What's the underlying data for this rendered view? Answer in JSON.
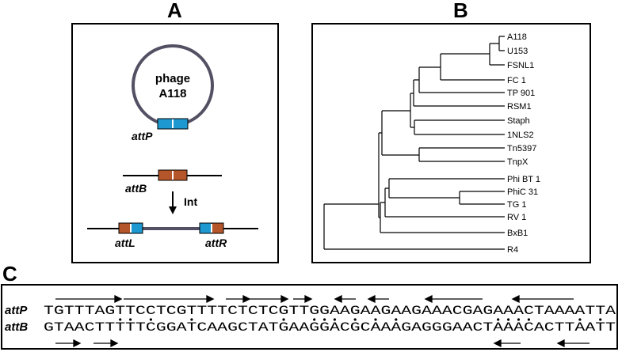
{
  "panel_labels": {
    "a": "A",
    "b": "B",
    "c": "C"
  },
  "panel_a": {
    "phage_label_line1": "phage",
    "phage_label_line2": "A118",
    "attP_label": "attP",
    "attB_label": "attB",
    "int_label": "Int",
    "attL_label": "attL",
    "attR_label": "attR",
    "colors": {
      "blue": "#1e98d0",
      "brown": "#b5562a",
      "circle": "#545063",
      "line": "#000000"
    }
  },
  "panel_b": {
    "leaves": [
      "A118",
      "U153",
      "FSNL1",
      "FC 1",
      "TP 901",
      "RSM1",
      "Staph",
      "1NLS2",
      "Tn5397",
      "TnpX",
      "Phi BT 1",
      "PhiC 31",
      "TG 1",
      "RV 1",
      "BxB1",
      "R4"
    ]
  },
  "panel_c": {
    "attP_label": "attP",
    "attB_label": "attB",
    "attP_seq": "TGTTTAGTTCCTCGTTTTCTCTCGTTGGAAGAAGAAGAAACGAGAAACTAAAATTA",
    "attB_seq": "GTAACTTTTTCGGATCAAGCTATGAAGGACGCAAAGAGGGAACTAAACACTTAATT"
  }
}
